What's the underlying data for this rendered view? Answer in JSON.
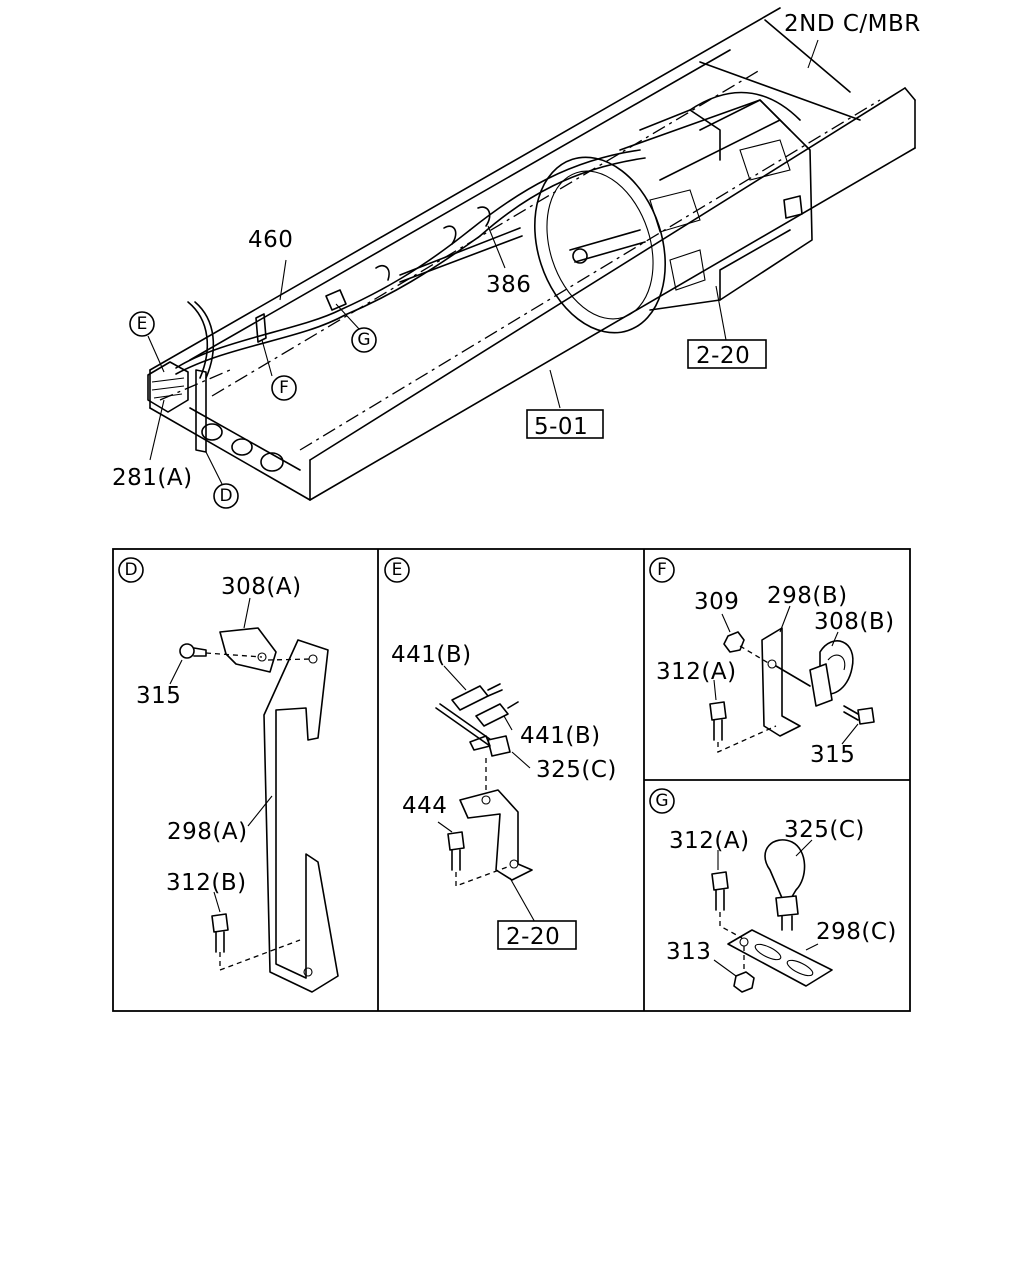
{
  "labels": {
    "second_member": "2ND C/MBR",
    "p460": "460",
    "p386": "386",
    "ref_2_20_top": "2-20",
    "ref_5_01": "5-01",
    "p281a": "281(A)",
    "d_308a": "308(A)",
    "d_315": "315",
    "d_298a": "298(A)",
    "d_312b": "312(B)",
    "e_441b_1": "441(B)",
    "e_441b_2": "441(B)",
    "e_325c": "325(C)",
    "e_444": "444",
    "e_ref_2_20": "2-20",
    "f_309": "309",
    "f_298b": "298(B)",
    "f_308b": "308(B)",
    "f_312a": "312(A)",
    "f_315": "315",
    "g_312a": "312(A)",
    "g_325c": "325(C)",
    "g_298c": "298(C)",
    "g_313": "313"
  },
  "callouts": {
    "D": "D",
    "E": "E",
    "F": "F",
    "G": "G"
  }
}
